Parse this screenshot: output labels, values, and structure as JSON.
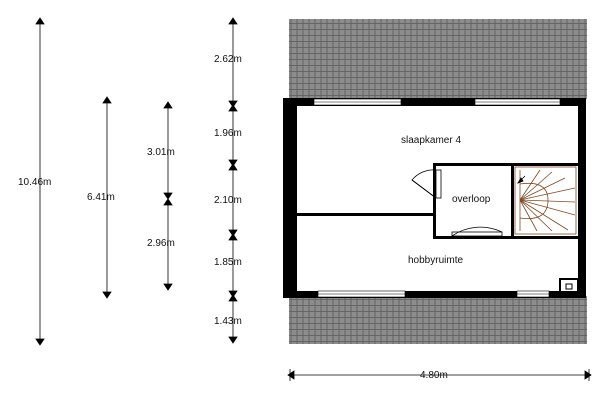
{
  "floorplan": {
    "rooms": {
      "slaapkamer": "slaapkamer 4",
      "overloop": "overloop",
      "hobbyruimte": "hobbyruimte"
    },
    "dimensions": {
      "total_depth": "10.46m",
      "inner_depth": "6.41m",
      "slaapkamer_depth": "3.01m",
      "hobby_depth": "2.96m",
      "roof_top": "2.62m",
      "seg_1": "1.96m",
      "seg_2": "2.10m",
      "seg_3": "1.85m",
      "roof_bottom": "1.43m",
      "width": "4.80m"
    },
    "colors": {
      "wall": "#000000",
      "roof": "#8a8a8a",
      "roof_tile_line": "#5a5a5a",
      "stair": "#7a4a2a"
    },
    "icons": {
      "roof": "roof-tile-pattern",
      "stairs": "spiral-staircase-icon",
      "door": "door-swing-icon",
      "window": "window-icon"
    }
  }
}
